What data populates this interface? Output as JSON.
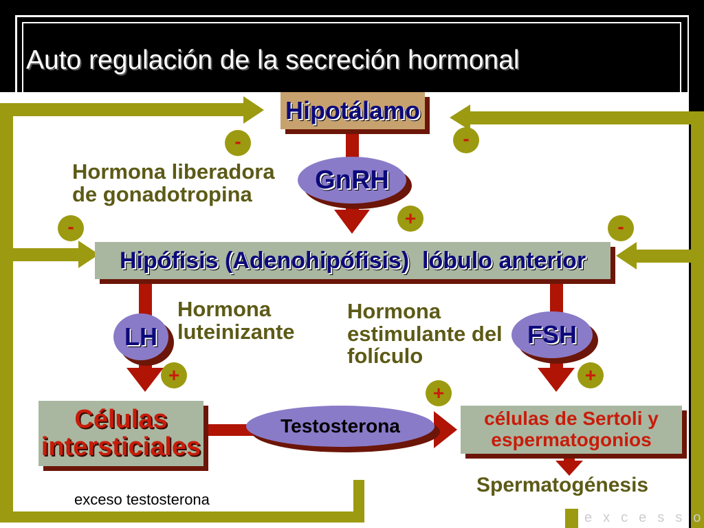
{
  "title": "Auto regulación de la secreción hormonal",
  "boxes": {
    "hipotalamo": "Hipotálamo",
    "hipofisis": "Hipófisis (Adenohipófisis)  lóbulo anterior",
    "celulas_line1": "Células",
    "celulas_line2": "intersticiales",
    "sertoli_line1": "células de Sertoli y",
    "sertoli_line2": "espermatogonios"
  },
  "hormones": {
    "gnrh": "GnRH",
    "lh": "LH",
    "fsh": "FSH",
    "testosterona": "Testosterona"
  },
  "labels": {
    "gnrh_line1": "Hormona liberadora",
    "gnrh_line2": "de gonadotropina",
    "lh_line1": "Hormona",
    "lh_line2": "luteinizante",
    "fsh_line1": "Hormona",
    "fsh_line2": "estimulante del",
    "fsh_line3": "folículo",
    "spermatogenesis": "Spermatogénesis",
    "exceso": "exceso testosterona",
    "vertical_text": "excesso"
  },
  "signs": {
    "neg_top_left": "-",
    "neg_top_right": "-",
    "neg_mid_left": "-",
    "neg_mid_right": "-",
    "pos_gnrh": "+",
    "pos_lh": "+",
    "pos_fsh": "+",
    "pos_testo": "+"
  },
  "colors": {
    "feedback_olive": "#9c9a10",
    "arrow_red": "#b01405",
    "box_tan": "#c8a26e",
    "box_grey": "#a9b7a1",
    "ellipse_purple": "#8a7bc8",
    "text_red": "#c81c0a",
    "text_blue": "#0c0a7a",
    "header_black": "#000000"
  }
}
